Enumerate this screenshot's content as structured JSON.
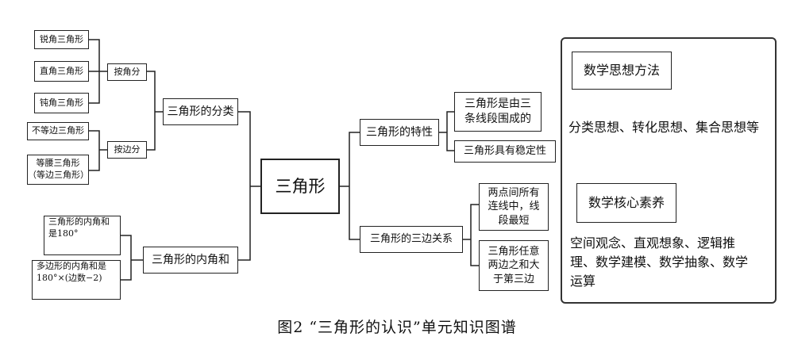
{
  "center": "三角形",
  "classification": {
    "title": "三角形的分类",
    "by_angle": {
      "label": "按角分",
      "items": [
        "锐角三角形",
        "直角三角形",
        "钝角三角形"
      ]
    },
    "by_side": {
      "label": "按边分",
      "items": [
        "不等边三角形",
        "等腰三角形",
        "（等边三角形）"
      ]
    }
  },
  "angle_sum": {
    "title": "三角形的内角和",
    "items": [
      [
        "三角形的内角和",
        "是180°"
      ],
      [
        "多边形的内角和是",
        "180°×(边数−2)"
      ]
    ]
  },
  "properties": {
    "title": "三角形的特性",
    "items": [
      [
        "三角形是由三",
        "条线段围成的"
      ],
      [
        "三角形具有稳定性"
      ]
    ]
  },
  "sides": {
    "title": "三角形的三边关系",
    "items": [
      [
        "两点间所有",
        "连线中，线",
        "段最短"
      ],
      [
        "三角形任意",
        "两边之和大",
        "于第三边"
      ]
    ]
  },
  "right_panel": {
    "thinking_title": "数学思想方法",
    "thinking_text": "分类思想、转化思想、集合思想等",
    "literacy_title": "数学核心素养",
    "literacy_lines": [
      "空间观念、直观想象、逻辑推",
      "理、数学建模、数学抽象、数学",
      "运算"
    ]
  },
  "caption": "图2 “三角形的认识”单元知识图谱"
}
